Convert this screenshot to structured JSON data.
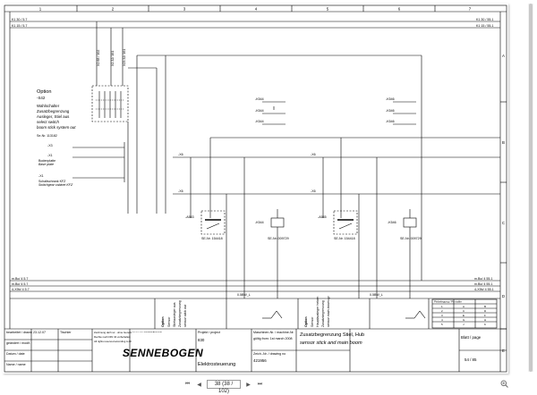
{
  "viewer": {
    "page_display": "38 (38 / 102)",
    "buttons": {
      "first": "⏮",
      "prev": "◀",
      "next": "▶",
      "last": "⏭"
    },
    "zoom_icon": "zoom-in-icon"
  },
  "frame": {
    "columns": [
      "1",
      "2",
      "3",
      "4",
      "5",
      "6",
      "7"
    ],
    "rows": [
      "A",
      "B",
      "C",
      "D",
      "E"
    ]
  },
  "rails": {
    "top1": "K1 30 / 5.7",
    "top2": "K1 15 / 5.7",
    "top1_right": "K1 30 / 55.1",
    "top2_right": "K1 15 / 55.1",
    "bot1": "m.Bo/ 4 5.7",
    "bot2": "m.Bo/ 4 5.7",
    "bot3": "4-X9b/ 4 5.7",
    "bot1_right": "m.Bo/ 4 55.1",
    "bot2_right": "m.Bo/ 4 55.1",
    "bot3_right": "4-X9b/ 4 55.1"
  },
  "labels": {
    "option": "Option",
    "s42": "-S42",
    "switch_de1": "Wahlschalter",
    "switch_de2": "Zusatzbegrenzung",
    "switch_de3": "Ausleger, Stiel aus",
    "switch_en1": "select switch",
    "switch_en2": "boom stick system out",
    "seno": "Se-Nr. 113182",
    "x3": "-X3",
    "x1": "-X1",
    "bodenplatte": "Bodenplatte",
    "baseplate": "Base plate",
    "schaltschrank": "Schaltschrank KFZ",
    "switchgear": "Switchgear cabinet KFZ",
    "vert1": "X2.68 / 102",
    "vert2": "X2.32/ 161",
    "vert3": "X23.32/ 161",
    "k544": "-K544",
    "k546": "-K546",
    "ks44": "-K544",
    "ks46": "-K546",
    "a543": "-A543",
    "a545": "-A545",
    "k544b": "-K544",
    "k546b": "-K546",
    "sensor_no": "SE-Nr. 154418",
    "relay_no": "SE-Nr. 009729",
    "wire_num": "0.5BW_L",
    "x6": "-X6",
    "x6b": "-X6",
    "x6c": "-X6",
    "x6d": "-X6"
  },
  "legends": [
    {
      "de": "Option",
      "l1": "Sensor",
      "l2": "Stielausleger aus",
      "l3": "Zusatzbegrenzung",
      "l4": "sensor stick out"
    },
    {
      "de": "Option",
      "l1": "Sensor",
      "l2": "Hauptausleger heben",
      "l3": "Zusatzbegrenzung",
      "l4": "sensor main boom up"
    }
  ],
  "ref_table": {
    "title": "Pinbelegung / Pin table",
    "rows": [
      [
        "1",
        "A",
        "B"
      ],
      [
        "2",
        "C",
        "D"
      ],
      [
        "3",
        "E",
        "F"
      ],
      [
        "4",
        "G",
        "H"
      ],
      [
        "5",
        "J",
        "K"
      ],
      [
        "6",
        "L",
        "M"
      ],
      [
        "7",
        "N",
        "O"
      ]
    ]
  },
  "title_block": {
    "row1a": "bearbeitet / drawn",
    "row1b": "23.12.07",
    "row1c": "Tischler",
    "row2a": "geändert / modif.",
    "row3a": "Datum / date",
    "row4a": "Name / name",
    "note1": "Zeichnung darf nur - ohne Genehmigung der SENNEBOGEN",
    "note2": "Rechte nach DIN 34 vorbehalten",
    "note3": "All rights reserved according to DIN 34",
    "logo": "SENNEBOGEN",
    "projekt_lbl": "Projekt / project",
    "projekt_val": "830",
    "elektro": "Elektrosteuerung",
    "masch_lbl": "Maschinen-Nr. / machine-Nr.",
    "valid": "gültig from: 1st march 2008",
    "zeich_lbl": "Zeich.-Nr. / drawing no",
    "zeich_val": "421956",
    "title_de": "Zusatzbegrenzung Stiel, Hub",
    "title_en": "sensor stick and main boom",
    "blatt_lbl": "Blatt / page",
    "blatt_val": "54 / 85"
  }
}
